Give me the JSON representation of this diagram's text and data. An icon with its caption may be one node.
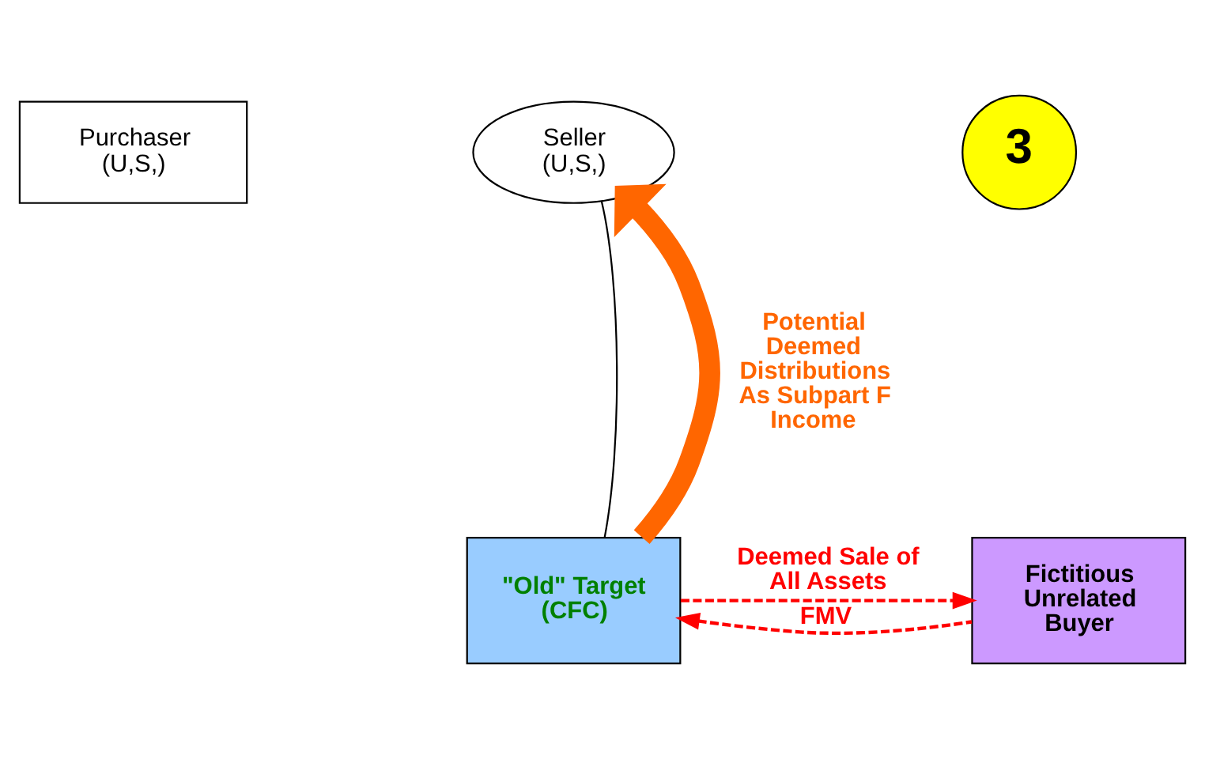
{
  "diagram": {
    "nodes": [
      {
        "text": [
          "Purchaser (U,S,)"
        ]
      },
      {
        "text": [
          "Seller (U,S,)"
        ]
      },
      {
        "text": [
          "\"Old\" Target (CFC)"
        ]
      },
      {
        "text": [
          "Fictitious Unrelated Buyer"
        ]
      },
      {
        "text": [
          "3"
        ]
      }
    ],
    "edges": [
      {
        "from": 2,
        "to": 1,
        "arrow": "none",
        "color": "#000000"
      },
      {
        "from": 2,
        "to": 1,
        "arrow": "to",
        "label": "Potential Deemed Distributions As Subpart F Income",
        "style": "thick",
        "color": "#ff6600"
      },
      {
        "from": 2,
        "to": 3,
        "arrow": "to",
        "label": "Deemed Sale of All Assets",
        "style": "dashed",
        "color": "#ff0000"
      },
      {
        "from": 3,
        "to": 2,
        "arrow": "to",
        "label": "FMV",
        "style": "dashed",
        "color": "#ff0000"
      }
    ]
  }
}
